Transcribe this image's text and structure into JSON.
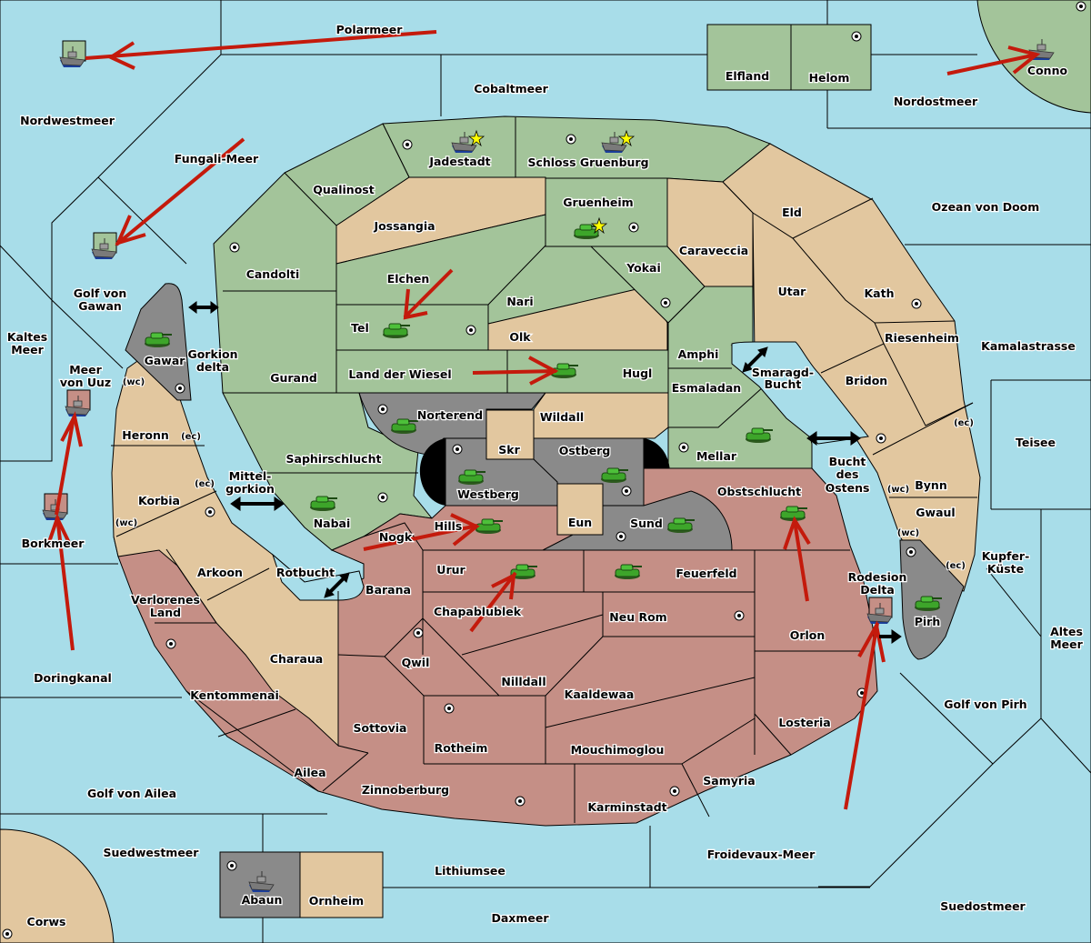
{
  "map": {
    "colors": {
      "sea": "#a8dde9",
      "power_green": "#a3c49a",
      "neutral_tan": "#e2c79f",
      "power_red": "#c58f86",
      "power_gray": "#8a8a8a",
      "order_arrow": "#c41a0c",
      "supply_star": "#ffff00"
    },
    "labels": {
      "polarmeer": "Polarmeer",
      "cobaltmeer": "Cobaltmeer",
      "elfland": "Elfland",
      "helom": "Helom",
      "nordostmeer": "Nordostmeer",
      "conno": "Conno",
      "nordwestmeer": "Nordwestmeer",
      "fungali_meer": "Fungali-Meer",
      "jadestadt": "Jadestadt",
      "schloss_gruenburg": "Schloss Gruenburg",
      "qualinost": "Qualinost",
      "gruenheim": "Gruenheim",
      "jossangia": "Jossangia",
      "eld": "Eld",
      "ozean_von_doom": "Ozean von Doom",
      "caraveccia": "Caraveccia",
      "candolti": "Candolti",
      "elchen": "Elchen",
      "yokai": "Yokai",
      "utar": "Utar",
      "kath": "Kath",
      "nari": "Nari",
      "golf_von_gawan": [
        "Golf von",
        "Gawan"
      ],
      "tel": "Tel",
      "olk": "Olk",
      "riesenheim": "Riesenheim",
      "kaltes_meer": [
        "Kaltes",
        "Meer"
      ],
      "kamalastrasse": "Kamalastrasse",
      "amphi": "Amphi",
      "gawar": "Gawar",
      "gorkion_delta": [
        "Gorkion",
        "delta"
      ],
      "meer_von_uuz": [
        "Meer",
        "von Uuz"
      ],
      "smaragd_bucht": [
        "Smaragd-",
        "Bucht"
      ],
      "land_der_wiesel": "Land der Wiesel",
      "hugl": "Hugl",
      "gurand": "Gurand",
      "bridon": "Bridon",
      "esmaladan": "Esmaladan",
      "norterend": "Norterend",
      "wildall": "Wildall",
      "heronn": "Heronn",
      "teisee": "Teisee",
      "skr": "Skr",
      "ostberg": "Ostberg",
      "mellar": "Mellar",
      "saphirschlucht": "Saphirschlucht",
      "buch_des_ostens": [
        "Bucht",
        "des",
        "Ostens"
      ],
      "mittelgorkion": [
        "Mittel-",
        "gorkion"
      ],
      "westberg": "Westberg",
      "bynn": "Bynn",
      "obstschlucht": "Obstschlucht",
      "korbia": "Korbia",
      "nabai": "Nabai",
      "eun": "Eun",
      "sund": "Sund",
      "gwaul": "Gwaul",
      "borkmeer": "Borkmeer",
      "nogk": "Nogk",
      "hills": "Hills",
      "kupfer_kueste": [
        "Kupfer-",
        "Küste"
      ],
      "rotbucht": "Rotbucht",
      "arkoon": "Arkoon",
      "urur": "Urur",
      "feuerfeld": "Feuerfeld",
      "rodesion_delta": [
        "Rodesion",
        "Delta"
      ],
      "barana": "Barana",
      "chapablublek": "Chapablublek",
      "verlorenes_land": [
        "Verlorenes",
        "Land"
      ],
      "neu_rom": "Neu Rom",
      "pirh": "Pirh",
      "altes_meer": [
        "Altes",
        "Meer"
      ],
      "orlon": "Orlon",
      "qwil": "Qwil",
      "doringkanal": "Doringkanal",
      "nilldall": "Nilldall",
      "charaua": "Charaua",
      "kaaldewaa": "Kaaldewaa",
      "golf_von_pirh": "Golf von Pirh",
      "kentommenai": "Kentommenai",
      "losteria": "Losteria",
      "sottovia": "Sottovia",
      "rotheim": "Rotheim",
      "mouchimoglou": "Mouchimoglou",
      "ailea": "Ailea",
      "samyria": "Samyria",
      "golf_von_ailea": "Golf von Ailea",
      "zinnoberburg": "Zinnoberburg",
      "karminstadt": "Karminstadt",
      "suedwestmeer": "Suedwestmeer",
      "froidevaux_meer": "Froidevaux-Meer",
      "lithiumsee": "Lithiumsee",
      "abaun": "Abaun",
      "ornheim": "Ornheim",
      "suedostmeer": "Suedostmeer",
      "daxmeer": "Daxmeer",
      "corws": "Corws"
    },
    "coast_tags": {
      "wc": "(wc)",
      "ec": "(ec)"
    },
    "units": [
      {
        "type": "fleet",
        "territory": "Nordwestmeer",
        "owner": "green"
      },
      {
        "type": "fleet",
        "territory": "Golf von Gawan",
        "owner": "green"
      },
      {
        "type": "fleet",
        "territory": "Jadestadt",
        "owner": "green"
      },
      {
        "type": "fleet",
        "territory": "Schloss Gruenburg",
        "owner": "green"
      },
      {
        "type": "fleet",
        "territory": "Conno",
        "owner": "green"
      },
      {
        "type": "army",
        "territory": "Gruenheim",
        "owner": "green"
      },
      {
        "type": "army",
        "territory": "Tel",
        "owner": "green"
      },
      {
        "type": "army",
        "territory": "Hugl",
        "owner": "green"
      },
      {
        "type": "army",
        "territory": "Gawar",
        "owner": "green"
      },
      {
        "type": "fleet",
        "territory": "Meer von Uuz",
        "owner": "red"
      },
      {
        "type": "fleet",
        "territory": "Borkmeer",
        "owner": "red"
      },
      {
        "type": "army",
        "territory": "Norterend",
        "owner": "green"
      },
      {
        "type": "army",
        "territory": "Westberg",
        "owner": "green"
      },
      {
        "type": "army",
        "territory": "Ostberg",
        "owner": "green"
      },
      {
        "type": "army",
        "territory": "Mellar",
        "owner": "green"
      },
      {
        "type": "army",
        "territory": "Nabai",
        "owner": "green"
      },
      {
        "type": "army",
        "territory": "Hills",
        "owner": "green"
      },
      {
        "type": "army",
        "territory": "Sund",
        "owner": "green"
      },
      {
        "type": "army",
        "territory": "Obstschlucht",
        "owner": "green"
      },
      {
        "type": "army",
        "territory": "Urur",
        "owner": "green"
      },
      {
        "type": "army",
        "territory": "Feuerfeld",
        "owner": "green"
      },
      {
        "type": "army",
        "territory": "Pirh",
        "owner": "green"
      },
      {
        "type": "fleet",
        "territory": "Rodesion Delta",
        "owner": "red"
      },
      {
        "type": "fleet",
        "territory": "Abaun",
        "owner": "gray"
      }
    ]
  }
}
